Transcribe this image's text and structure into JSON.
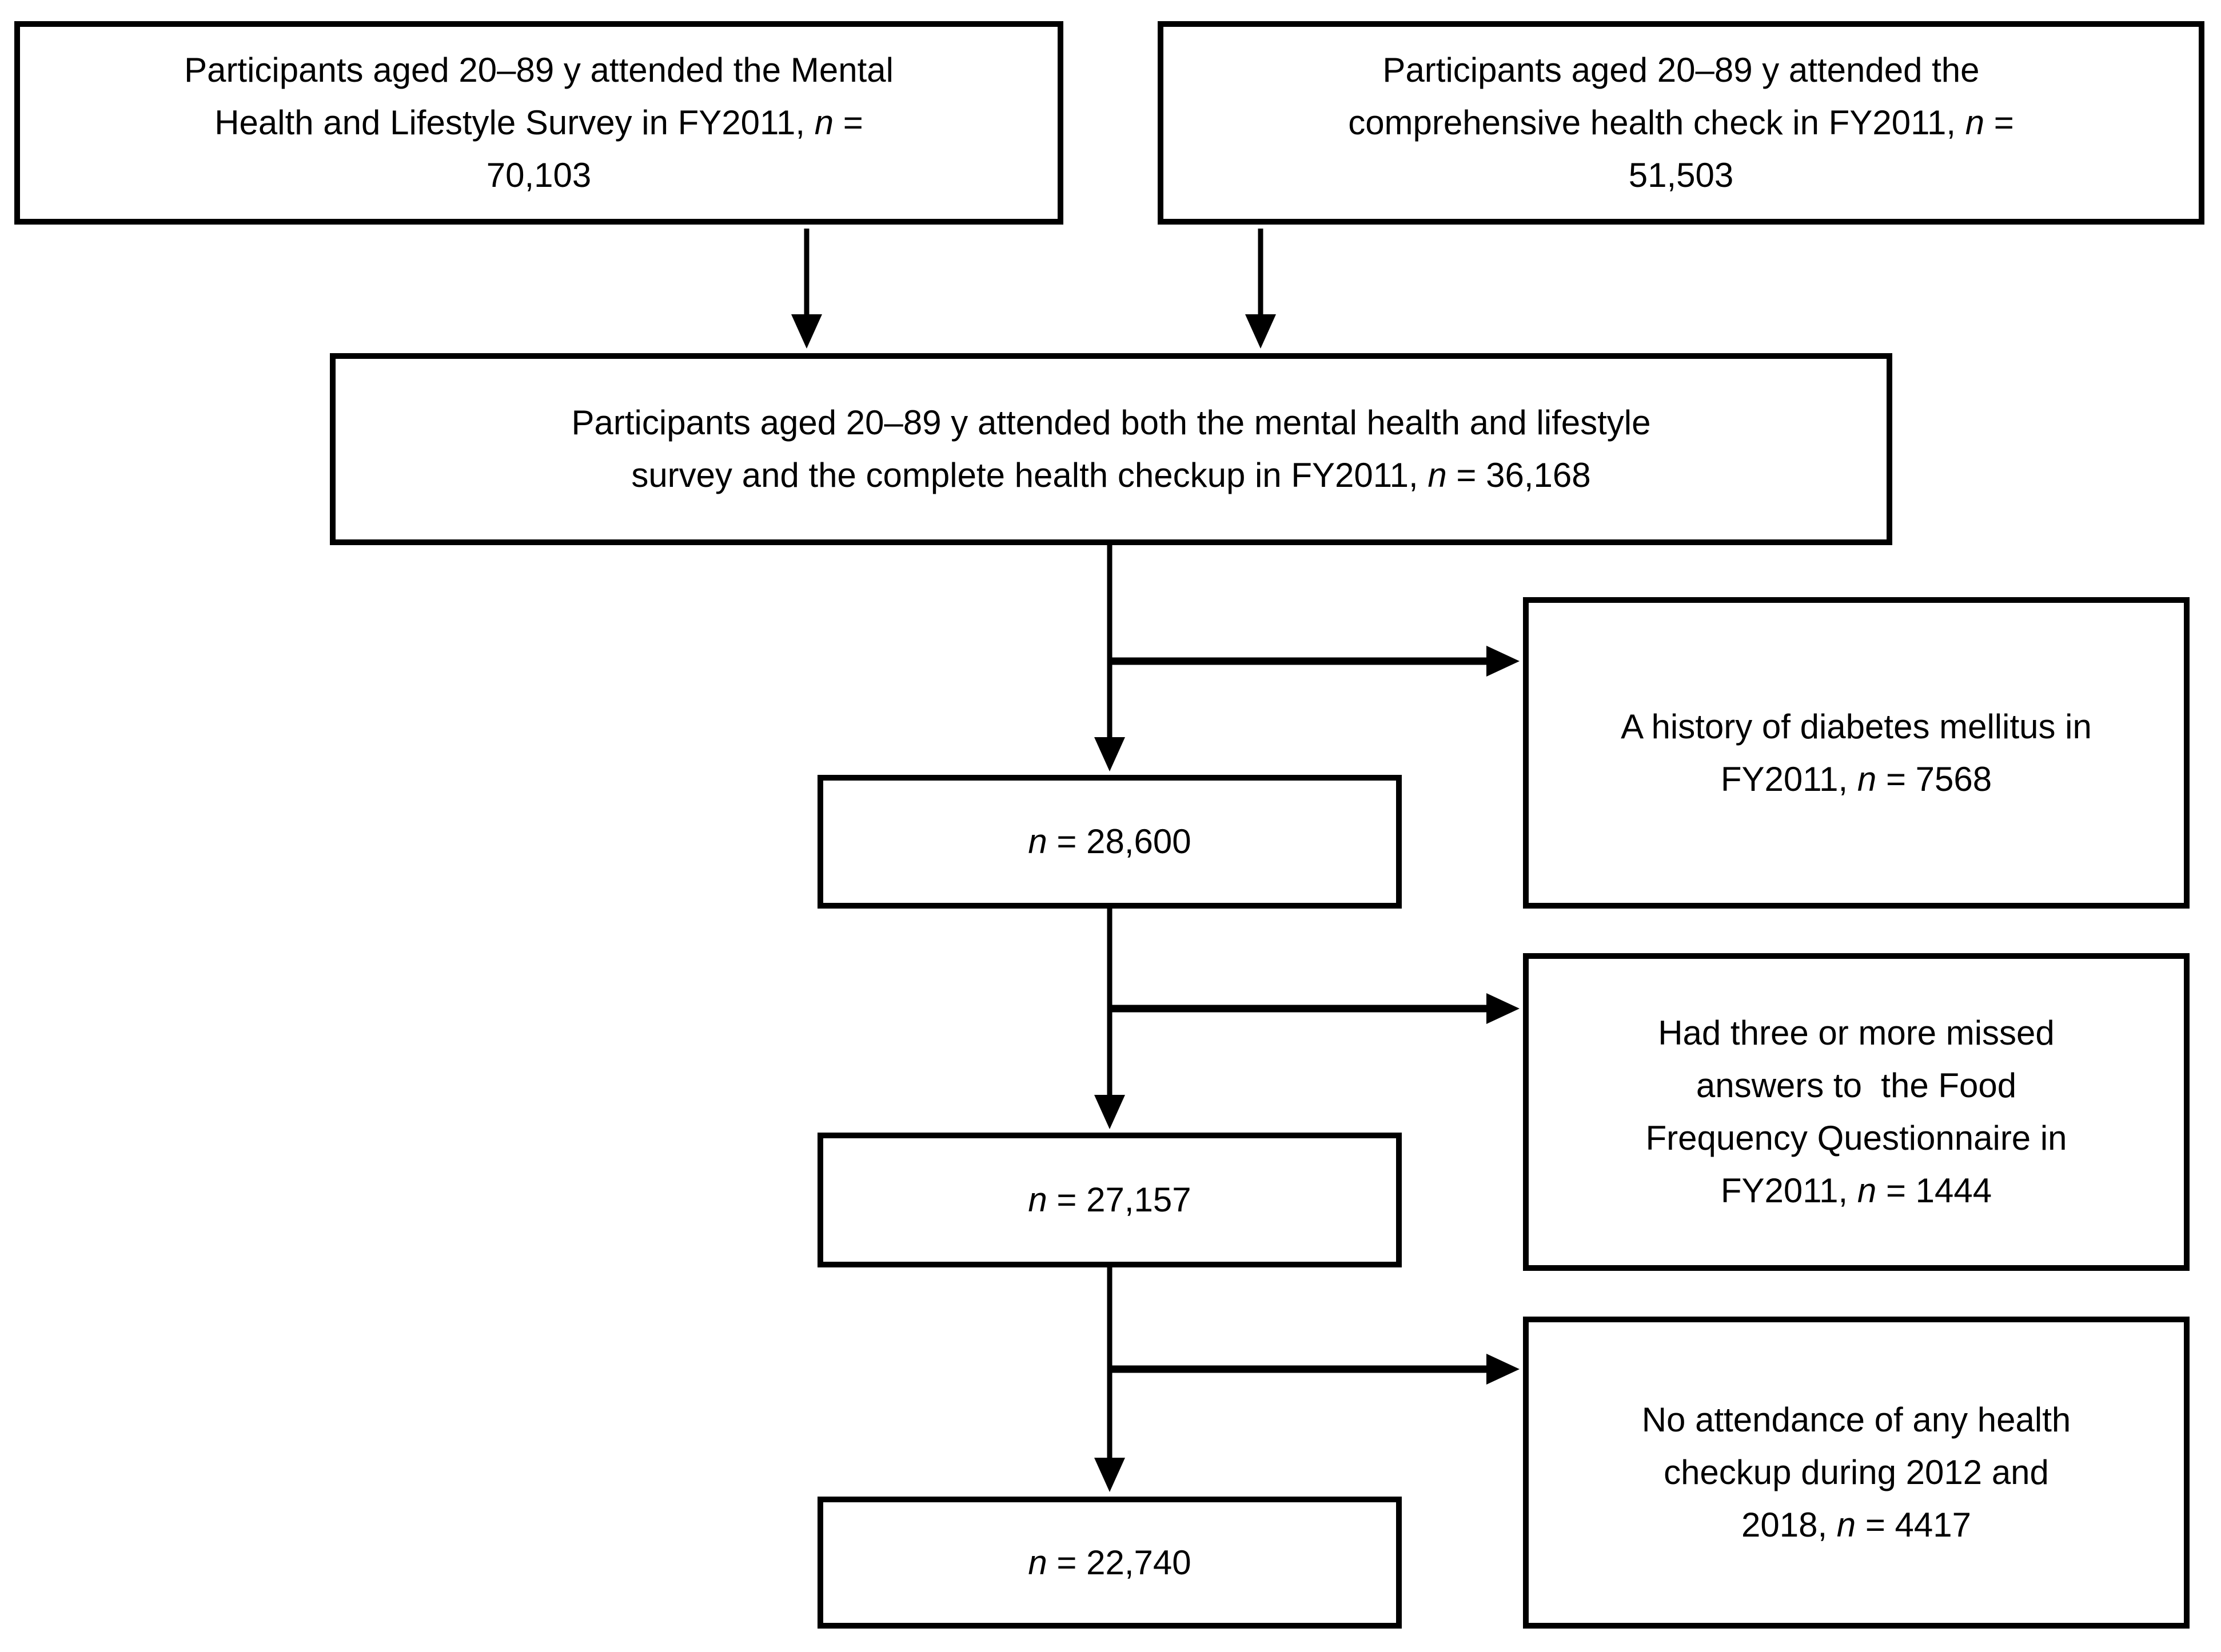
{
  "diagram": {
    "type": "participant-flowchart",
    "colors": {
      "background": "#ffffff",
      "box_border": "#000000",
      "arrow": "#000000",
      "text": "#000000"
    },
    "nodes": {
      "survey": {
        "label": "Participants aged 20–89 y attended the Mental\nHealth and Lifestyle Survey in FY2011, n =\n70,103"
      },
      "check": {
        "label": "Participants aged 20–89 y attended the\ncomprehensive health check in FY2011, n =\n51,503"
      },
      "both": {
        "label": "Participants aged 20–89 y attended both the mental health and lifestyle\nsurvey and the complete health checkup in FY2011, n = 36,168"
      },
      "step1": {
        "label": "n = 28,600"
      },
      "step2": {
        "label": "n = 27,157"
      },
      "step3": {
        "label": "n = 22,740"
      }
    },
    "exclusions": {
      "diabetes": {
        "label": "A history of diabetes mellitus in\nFY2011, n = 7568"
      },
      "ffq_missing": {
        "label": "Had three or more missed\nanswers to  the Food\nFrequency Questionnaire in\nFY2011, n = 1444"
      },
      "no_attendance": {
        "label": "No attendance of any health\ncheckup during 2012 and\n2018, n = 4417"
      }
    }
  }
}
